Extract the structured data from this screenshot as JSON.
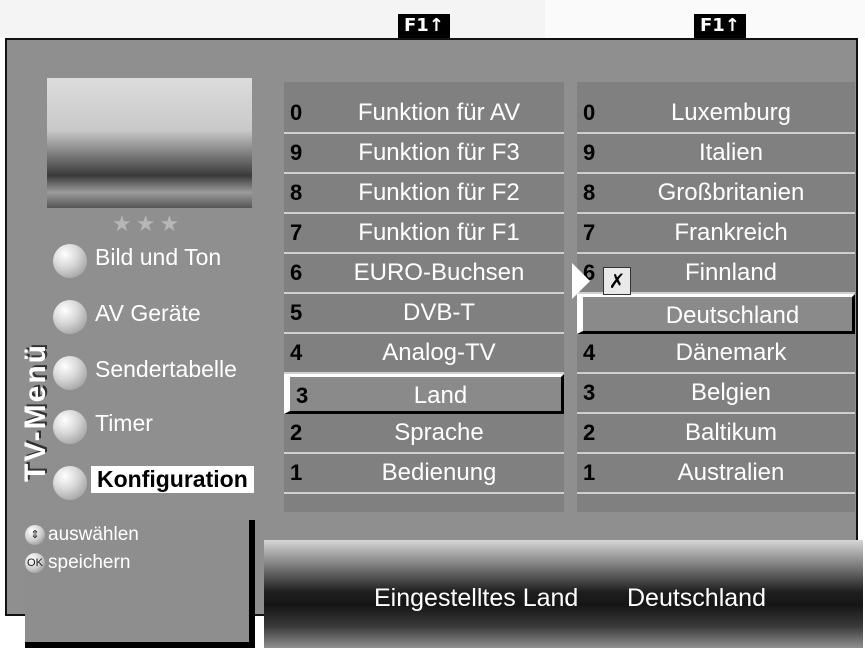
{
  "header": {
    "f1_left": "F1↑",
    "f1_right": "F1↑"
  },
  "side_menu": {
    "title": "TV-Menü",
    "stars": "★★★",
    "items": [
      {
        "label": "Bild und Ton"
      },
      {
        "label": "AV Geräte"
      },
      {
        "label": "Sendertabelle"
      },
      {
        "label": "Timer"
      },
      {
        "label": "Konfiguration"
      }
    ]
  },
  "config_list": {
    "rows": [
      {
        "num": "0",
        "label": "Funktion für AV"
      },
      {
        "num": "9",
        "label": "Funktion für F3"
      },
      {
        "num": "8",
        "label": "Funktion für F2"
      },
      {
        "num": "7",
        "label": "Funktion für F1"
      },
      {
        "num": "6",
        "label": "EURO-Buchsen"
      },
      {
        "num": "5",
        "label": "DVB-T"
      },
      {
        "num": "4",
        "label": "Analog-TV"
      },
      {
        "num": "3",
        "label": "Land"
      },
      {
        "num": "2",
        "label": "Sprache"
      },
      {
        "num": "1",
        "label": "Bedienung"
      }
    ],
    "selected_index": 7
  },
  "country_list": {
    "rows": [
      {
        "num": "0",
        "label": "Luxemburg"
      },
      {
        "num": "9",
        "label": "Italien"
      },
      {
        "num": "8",
        "label": "Großbritanien"
      },
      {
        "num": "7",
        "label": "Frankreich"
      },
      {
        "num": "6",
        "label": "Finnland"
      },
      {
        "num": "",
        "label": "Deutschland"
      },
      {
        "num": "4",
        "label": "Dänemark"
      },
      {
        "num": "3",
        "label": "Belgien"
      },
      {
        "num": "2",
        "label": "Baltikum"
      },
      {
        "num": "1",
        "label": "Australien"
      }
    ],
    "selected_index": 5,
    "checkmark": "✗"
  },
  "help": {
    "select_label": "auswählen",
    "ok_icon": "OK",
    "save_label": "speichern"
  },
  "status": {
    "label": "Eingestelltes Land",
    "value": "Deutschland"
  },
  "colors": {
    "panel": "#8f8f8f",
    "highlight": "#ffffff",
    "frame": "#111111"
  }
}
